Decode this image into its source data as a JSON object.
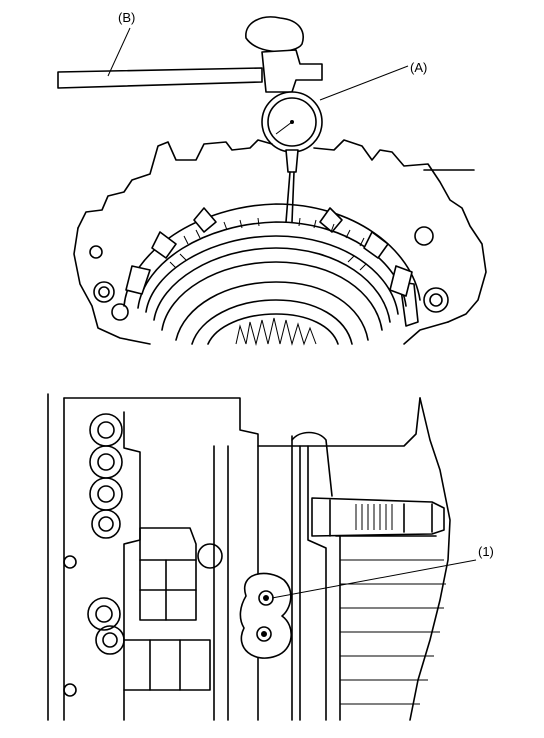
{
  "callouts": {
    "rod": "(B)",
    "gauge": "(A)",
    "port": "(1)"
  }
}
